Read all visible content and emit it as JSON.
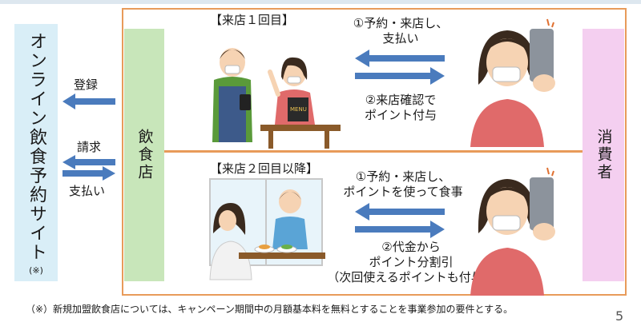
{
  "online_site": {
    "label": "オンライン飲食予約サイト",
    "note": "(※)"
  },
  "restaurant": {
    "label": "飲食店"
  },
  "consumer": {
    "label": "消費者"
  },
  "left_flows": {
    "register": "登録",
    "invoice": "請求",
    "payment": "支払い"
  },
  "first_visit": {
    "heading": "【来店１回目】",
    "step1_line1": "①予約・来店し、",
    "step1_line2": "支払い",
    "step2_line1": "②来店確認で",
    "step2_line2": "ポイント付与"
  },
  "second_visit": {
    "heading": "【来店２回目以降】",
    "step1_line1": "①予約・来店し、",
    "step1_line2": "ポイントを使って食事",
    "step2_line1": "②代金から",
    "step2_line2": "ポイント分割引",
    "step2_line3": "（次回使えるポイントも付与）"
  },
  "menu_text": "MENU",
  "footer_note": "（※）新規加盟飲食店については、キャンペーン期間中の月額基本料を無料とすることを事業参加の要件とする。",
  "page_number": "5",
  "colors": {
    "arrow": "#4a7bbd",
    "frame": "#e89b5a",
    "site_panel": "#d9eef7",
    "restaurant_panel": "#c8e6ba",
    "consumer_panel": "#f4cff0"
  }
}
